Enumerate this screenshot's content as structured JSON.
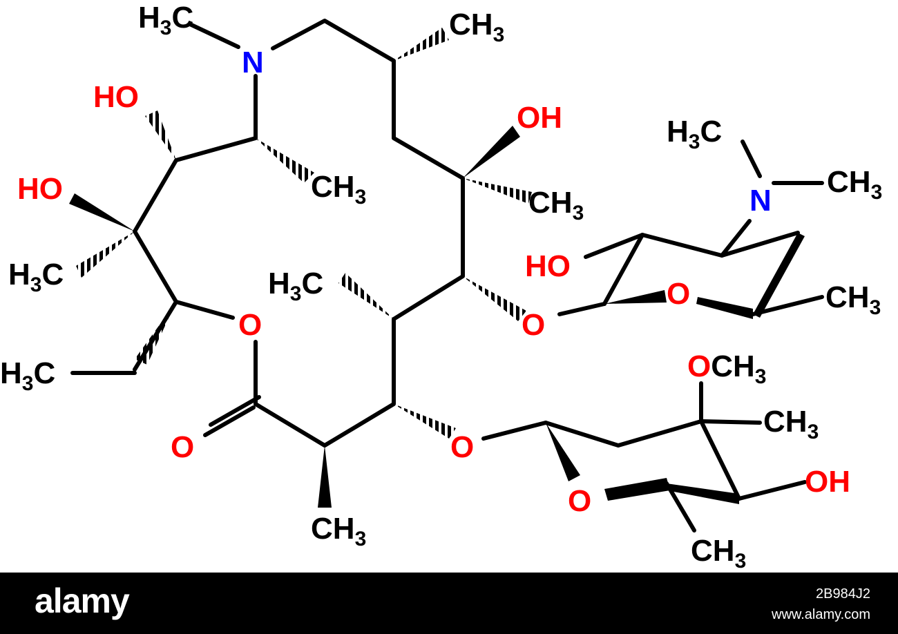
{
  "colors": {
    "background": "#ffffff",
    "bond": "#000000",
    "carbon": "#000000",
    "oxygen": "#ff0000",
    "nitrogen": "#0000ff",
    "footer_bg": "#000000",
    "footer_text": "#ffffff"
  },
  "labels": {
    "n_ring_methyl": "H3C",
    "ring_nitrogen": "N",
    "top_methyl": "CH3",
    "oh_upper_left": "HO",
    "oh_left": "HO",
    "methyl_upper_mid": "CH3",
    "h3c_left": "H3C",
    "oh_top_center": "OH",
    "methyl_right_center": "CH3",
    "amino_methyl_left": "H3C",
    "amino_nitrogen": "N",
    "amino_methyl_right": "CH3",
    "oh_sugar": "HO",
    "sugar_ring_oxygen": "O",
    "sugar_methyl": "CH3",
    "h3c_center": "H3C",
    "glycoside_oxygen_upper": "O",
    "ester_ring_oxygen": "O",
    "ethyl_h3c": "H3C",
    "methoxy": "OCH3",
    "methyl_cladinose": "CH3",
    "carbonyl_oxygen": "O",
    "glycoside_oxygen_lower": "O",
    "oh_cladinose": "OH",
    "cladinose_ring_oxygen": "O",
    "methyl_bottom_center": "CH3",
    "methyl_bottom_right": "CH3"
  },
  "watermark": {
    "brand": "alamy",
    "image_id": "2B984J2",
    "site": "www.alamy.com"
  }
}
